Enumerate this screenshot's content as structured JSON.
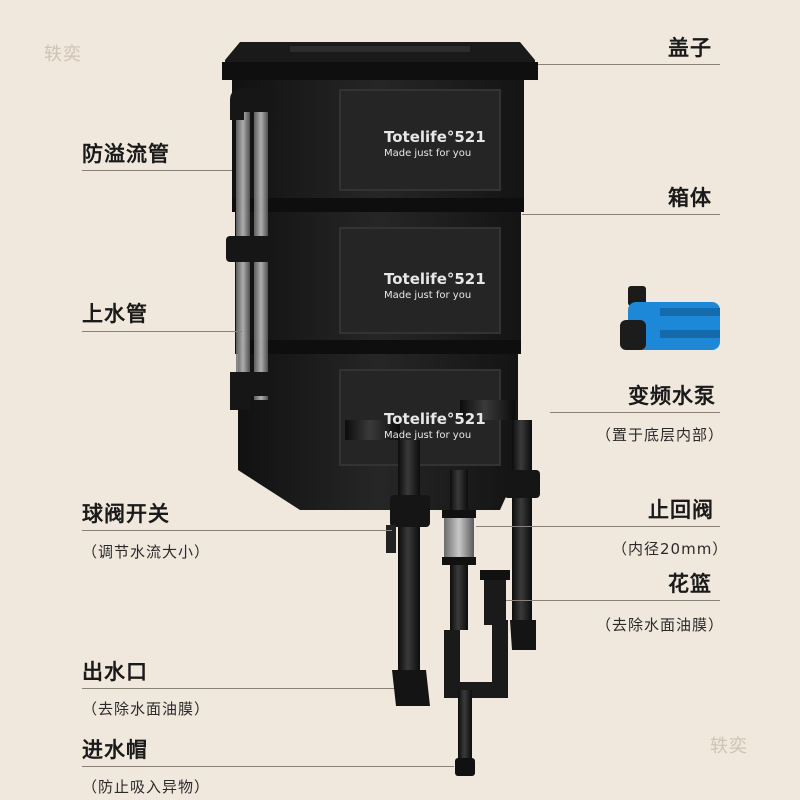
{
  "watermark": "轶奕",
  "left_labels": [
    {
      "id": "overflow",
      "title": "防溢流管",
      "note": ""
    },
    {
      "id": "inlet",
      "title": "上水管",
      "note": ""
    },
    {
      "id": "ballvalve",
      "title": "球阀开关",
      "note": "（调节水流大小）"
    },
    {
      "id": "outlet",
      "title": "出水口",
      "note": "（去除水面油膜）"
    },
    {
      "id": "intakecap",
      "title": "进水帽",
      "note": "（防止吸入异物）"
    }
  ],
  "right_labels": [
    {
      "id": "lid",
      "title": "盖子",
      "note": ""
    },
    {
      "id": "box",
      "title": "箱体",
      "note": ""
    },
    {
      "id": "pump",
      "title": "变频水泵",
      "note": "（置于底层内部）"
    },
    {
      "id": "checkvalve",
      "title": "止回阀",
      "note": "（内径20mm）"
    },
    {
      "id": "basket",
      "title": "花篮",
      "note": "（去除水面油膜）"
    }
  ],
  "brand": {
    "name": "Totelife",
    "mark": "°",
    "model": "521",
    "slogan": "Made just for you"
  },
  "colors": {
    "background": "#f1e8dd",
    "box": "#1c1c1c",
    "pump_blue": "#1e88d8"
  }
}
